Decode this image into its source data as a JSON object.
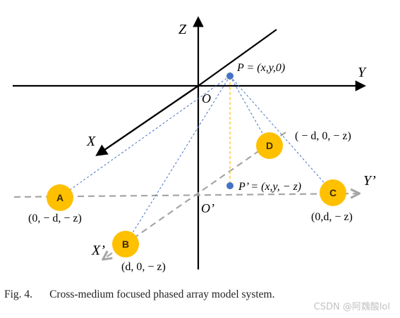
{
  "axes": {
    "z": "Z",
    "y": "Y",
    "x": "X",
    "y_prime": "Y’",
    "x_prime": "X’",
    "origin": "O",
    "origin_prime": "O’"
  },
  "points": {
    "p_label": "P = (x,y,0)",
    "p_prime_label": "P’ = (x,y, − z)"
  },
  "nodes": [
    {
      "letter": "A",
      "coord": "(0, − d, − z)"
    },
    {
      "letter": "B",
      "coord": "(d, 0, − z)"
    },
    {
      "letter": "C",
      "coord": "(0,d, − z)"
    },
    {
      "letter": "D",
      "coord": "( − d, 0, − z)"
    }
  ],
  "caption": {
    "number": "Fig. 4.",
    "text": "Cross-medium focused phased array model system."
  },
  "watermark": "CSDN @阿魏酸lol",
  "colors": {
    "node_fill": "#FFC000",
    "point": "#4472C4",
    "ray": "#4472C4",
    "projection": "#FFC000",
    "lower_axes": "#A6A6A6"
  }
}
